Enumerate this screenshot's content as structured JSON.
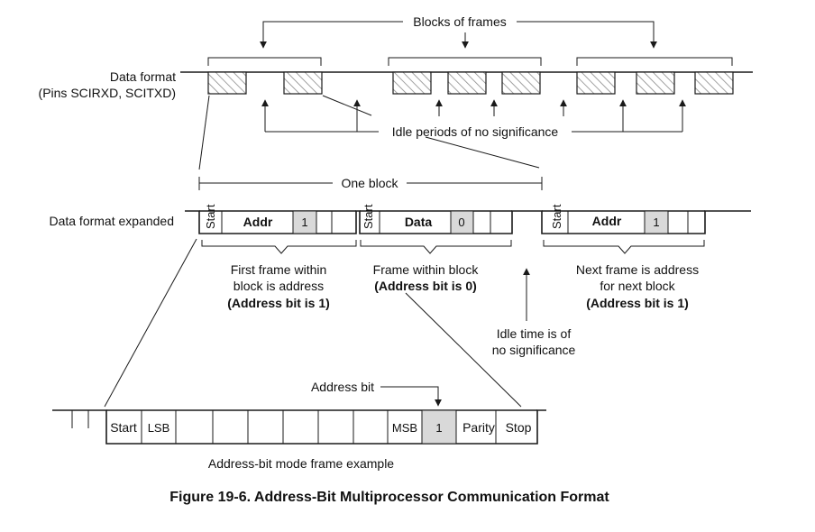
{
  "colors": {
    "ink": "#1a1a1a",
    "shade": "#d9d9d9",
    "hatch": "#8a8a8a"
  },
  "top": {
    "blocks_of_frames": "Blocks of frames",
    "data_format": "Data format",
    "pins": "(Pins SCIRXD, SCITXD)",
    "idle_periods": "Idle periods of no significance"
  },
  "expanded": {
    "title": "Data format expanded",
    "one_block": "One block",
    "start": "Start",
    "addr": "Addr",
    "data": "Data",
    "bit_one": "1",
    "bit_zero": "0",
    "first_frame": [
      "First frame within",
      "block is address",
      "(Address bit is 1)"
    ],
    "frame_within": [
      "Frame within block",
      "(Address bit is 0)"
    ],
    "next_frame": [
      "Next frame is address",
      "for next block",
      "(Address bit is 1)"
    ],
    "idle_time": [
      "Idle time is of",
      "no significance"
    ]
  },
  "bottom": {
    "address_bit": "Address bit",
    "start": "Start",
    "lsb": "LSB",
    "msb": "MSB",
    "one": "1",
    "parity": "Parity",
    "stop": "Stop",
    "example": "Address-bit mode frame example"
  },
  "caption": "Figure 19-6. Address-Bit Multiprocessor Communication Format"
}
